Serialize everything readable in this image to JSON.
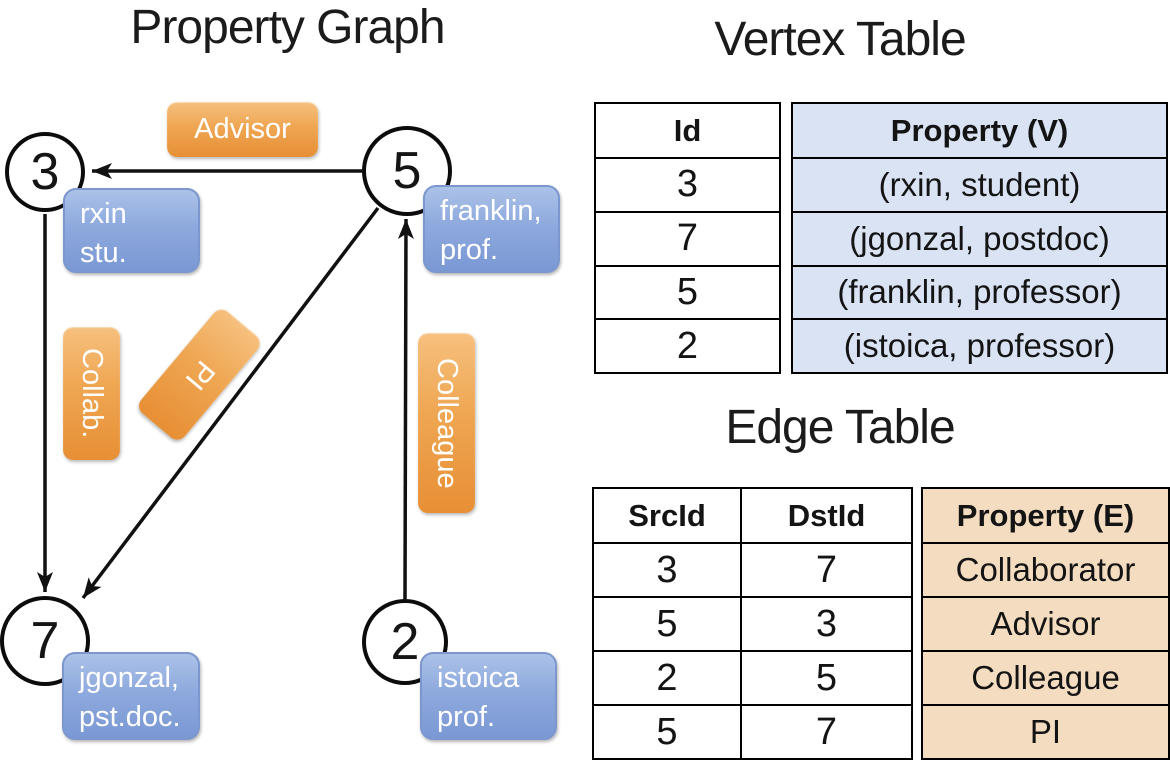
{
  "titles": {
    "graph": "Property Graph",
    "vertex": "Vertex Table",
    "edge": "Edge Table"
  },
  "graph": {
    "nodes": [
      {
        "id": "3",
        "line1": "rxin",
        "line2": "stu."
      },
      {
        "id": "5",
        "line1": "franklin,",
        "line2": "prof."
      },
      {
        "id": "7",
        "line1": "jgonzal,",
        "line2": "pst.doc."
      },
      {
        "id": "2",
        "line1": "istoica",
        "line2": "prof."
      }
    ],
    "edge_labels": {
      "advisor": "Advisor",
      "collab": "Collab.",
      "pi": "PI",
      "colleague": "Colleague"
    }
  },
  "vertex_table": {
    "id_header": "Id",
    "property_header": "Property (V)",
    "rows": [
      {
        "id": "3",
        "property": "(rxin, student)"
      },
      {
        "id": "7",
        "property": "(jgonzal, postdoc)"
      },
      {
        "id": "5",
        "property": "(franklin, professor)"
      },
      {
        "id": "2",
        "property": "(istoica, professor)"
      }
    ]
  },
  "edge_table": {
    "src_header": "SrcId",
    "dst_header": "DstId",
    "property_header": "Property (E)",
    "rows": [
      {
        "src": "3",
        "dst": "7",
        "property": "Collaborator"
      },
      {
        "src": "5",
        "dst": "3",
        "property": "Advisor"
      },
      {
        "src": "2",
        "dst": "5",
        "property": "Colleague"
      },
      {
        "src": "5",
        "dst": "7",
        "property": "PI"
      }
    ]
  },
  "colors": {
    "orange": "#ED9D44",
    "blue": "#84A0D6",
    "vertex_property_fill": "#D9E3F3",
    "edge_property_fill": "#F4DCC0",
    "line": "#111111"
  }
}
